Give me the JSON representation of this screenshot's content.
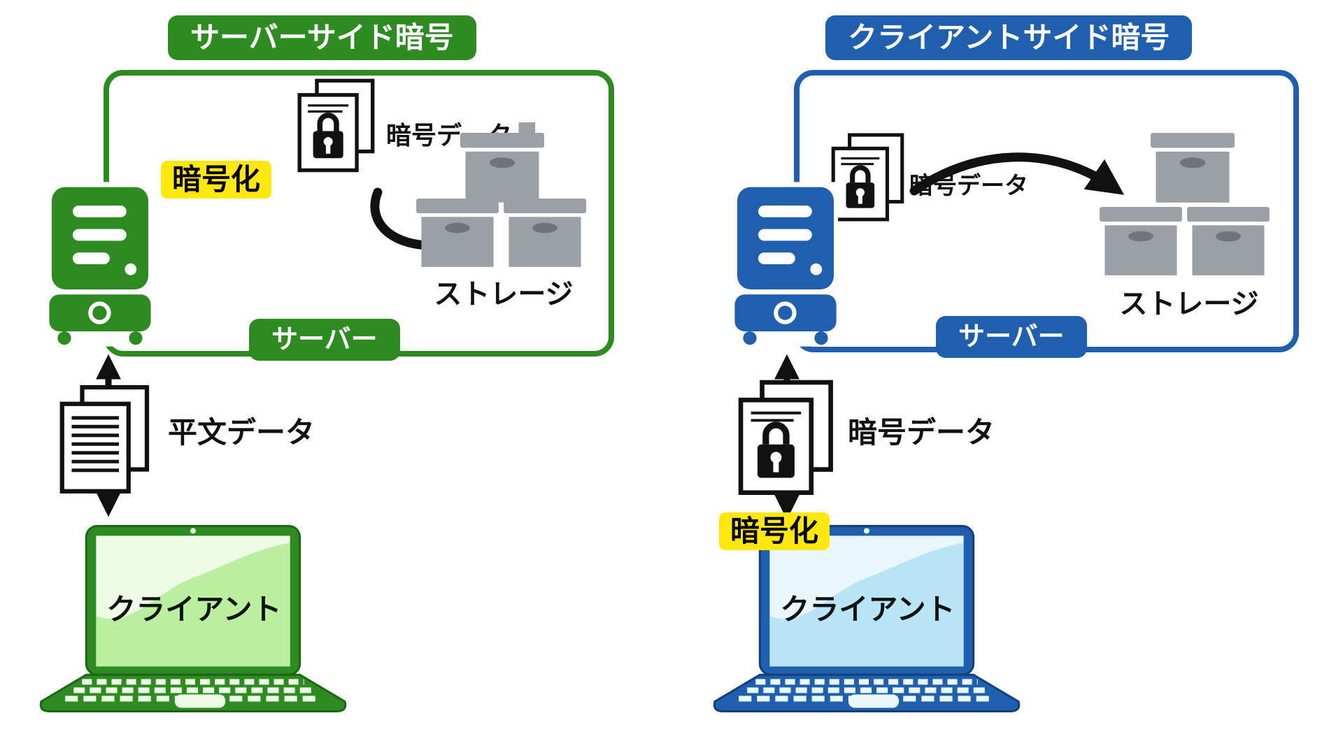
{
  "colors": {
    "green": "#2e8b22",
    "green_dark": "#1c6613",
    "blue": "#1f5fad",
    "blue_dark": "#153f78",
    "yellow": "#ffe70f",
    "gray": "#9aa0a5",
    "gray_dark": "#6e7478",
    "screen_green_light": "#eefbe6",
    "screen_green": "#b9ef9e",
    "screen_blue_light": "#eaf7fd",
    "screen_blue": "#b9e4f5"
  },
  "left": {
    "title": "サーバーサイド暗号",
    "encrypt_badge": "暗号化",
    "encrypted_data": "暗号データ",
    "storage": "ストレージ",
    "server": "サーバー",
    "link_data": "平文データ",
    "client": "クライアント"
  },
  "right": {
    "title": "クライアントサイド暗号",
    "encrypt_badge": "暗号化",
    "encrypted_data": "暗号データ",
    "storage": "ストレージ",
    "server": "サーバー",
    "link_data": "暗号データ",
    "client": "クライアント"
  }
}
